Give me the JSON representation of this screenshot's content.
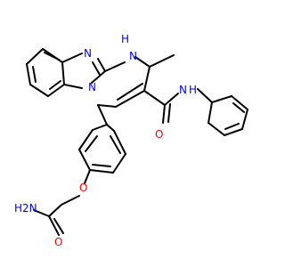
{
  "colors": {
    "bond": "#000000",
    "nitrogen": "#0000ff",
    "oxygen": "#ff0000",
    "background": "#ffffff"
  },
  "atoms": {
    "n_imine": "N",
    "nh_ring": "H",
    "n_ring_bridge": "N",
    "amide_n": "N",
    "amide_h": "H",
    "amide_o": "O",
    "ether_o": "O",
    "primary_amide_o": "O",
    "nh2": "H2N"
  }
}
